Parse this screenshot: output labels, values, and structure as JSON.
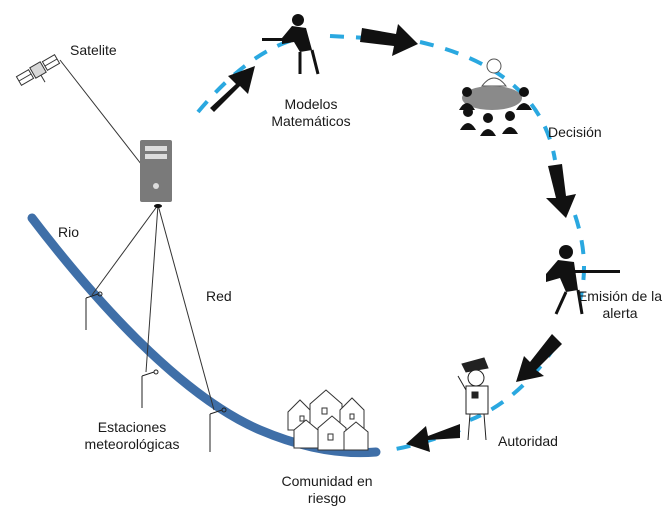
{
  "labels": {
    "satelite": "Satelite",
    "modelos_line1": "Modelos",
    "modelos_line2": "Matemáticos",
    "decision": "Decisión",
    "emision_line1": "Emisión de la",
    "emision_line2": "alerta",
    "autoridad": "Autoridad",
    "comunidad_line1": "Comunidad en",
    "comunidad_line2": "riesgo",
    "estaciones_line1": "Estaciones",
    "estaciones_line2": "meteorológicas",
    "rio": "Rio",
    "red": "Red"
  },
  "colors": {
    "cycle_dash": "#2aa8e0",
    "river": "#3f6fa8",
    "arrow": "#111111",
    "line": "#333333"
  },
  "icons": {
    "satellite": "satellite-icon",
    "server": "server-icon",
    "person_laptop": "person-laptop-icon",
    "meeting": "meeting-icon",
    "police": "police-officer-icon",
    "community": "houses-icon",
    "station": "weather-station-icon"
  }
}
